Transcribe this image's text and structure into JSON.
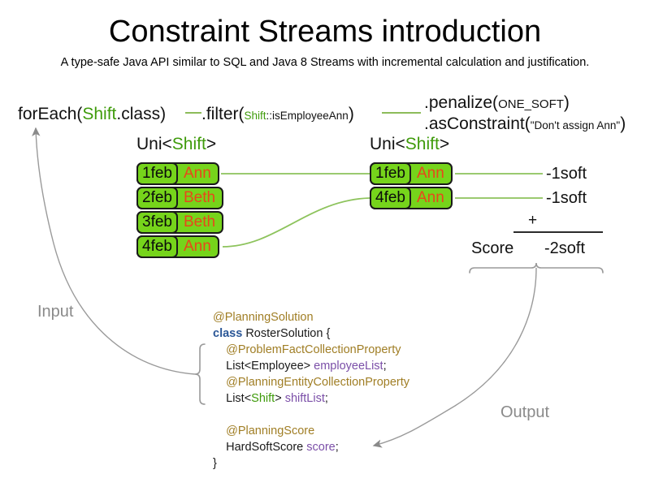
{
  "header": {
    "title": "Constraint Streams introduction",
    "subtitle": "A type-safe Java API similar to SQL and Java 8 Streams with incremental calculation and justification."
  },
  "pipeline": {
    "foreach": {
      "prefix": "forEach(",
      "type": "Shift",
      "suffix": ".class)"
    },
    "filter": {
      "prefix": ".filter(",
      "type": "Shift",
      "method": "::isEmployeeAnn",
      "suffix": ")"
    },
    "penalize": {
      "prefix": ".penalize(",
      "arg": "ONE_SOFT",
      "suffix": ")"
    },
    "asconstraint": {
      "prefix": ".asConstraint(",
      "arg": "\"Don't assign Ann\"",
      "suffix": ")"
    }
  },
  "streams": {
    "left": {
      "caption_prefix": "Uni<",
      "caption_type": "Shift",
      "caption_suffix": ">",
      "rows": [
        {
          "date": "1feb",
          "name": "Ann"
        },
        {
          "date": "2feb",
          "name": "Beth"
        },
        {
          "date": "3feb",
          "name": "Beth"
        },
        {
          "date": "4feb",
          "name": "Ann"
        }
      ]
    },
    "right": {
      "caption_prefix": "Uni<",
      "caption_type": "Shift",
      "caption_suffix": ">",
      "rows": [
        {
          "date": "1feb",
          "name": "Ann"
        },
        {
          "date": "4feb",
          "name": "Ann"
        }
      ]
    }
  },
  "scores": {
    "penalties": [
      "-1soft",
      "-1soft"
    ],
    "operator": "+",
    "score_label": "Score",
    "total": "-2soft"
  },
  "flow": {
    "input_label": "Input",
    "output_label": "Output"
  },
  "code": {
    "lines": [
      {
        "type": "annotation",
        "text": "@PlanningSolution",
        "indent": 0
      },
      {
        "type": "class",
        "keyword": "class",
        "name": " RosterSolution {",
        "indent": 0
      },
      {
        "type": "annotation",
        "text": "@ProblemFactCollectionProperty",
        "indent": 1
      },
      {
        "type": "field",
        "decl": "List<Employee> ",
        "name": "employeeList",
        "end": ";",
        "indent": 1
      },
      {
        "type": "annotation",
        "text": "@PlanningEntityCollectionProperty",
        "indent": 1
      },
      {
        "type": "field_generic",
        "pre": "List<",
        "generic": "Shift",
        "post": "> ",
        "name": "shiftList",
        "end": ";",
        "indent": 1
      },
      {
        "type": "blank"
      },
      {
        "type": "annotation",
        "text": "@PlanningScore",
        "indent": 1
      },
      {
        "type": "field",
        "decl": "HardSoftScore ",
        "name": "score",
        "end": ";",
        "indent": 1
      },
      {
        "type": "close",
        "text": "}",
        "indent": 0
      }
    ]
  },
  "colors": {
    "fact_fill": "#76d41b",
    "fact_border": "#1a1a1a",
    "name_text": "#e8471b",
    "type_green": "#3f9b0b",
    "wire_green": "#8dc35c",
    "flow_gray": "#8a8a8a",
    "annotation": "#a07e25",
    "keyword": "#2b5797",
    "field": "#7b4fa8"
  }
}
